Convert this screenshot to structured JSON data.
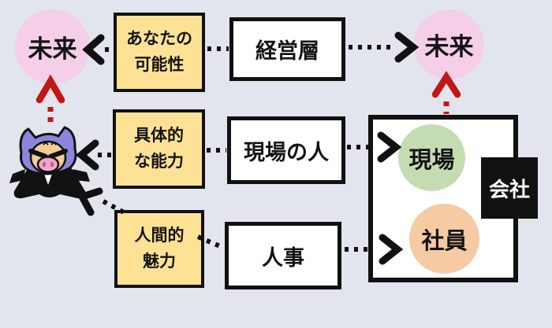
{
  "colors": {
    "background": "#e3e5ee",
    "outline": "#111111",
    "future_circle": "#f4cfe7",
    "yellow_box": "#fde296",
    "white_box": "#ffffff",
    "genba_circle": "#c5dcb2",
    "employee_circle": "#f6caa3",
    "company_box": "#111111",
    "company_text": "#ffffff",
    "red_arrow": "#c31616",
    "pig_hood": "#8d85dc",
    "pig_face": "#f2cc96",
    "pig_snout": "#f2a6cd"
  },
  "nodes": {
    "future_left": {
      "label": "未来"
    },
    "your_potential": {
      "line1": "あなたの",
      "line2": "可能性"
    },
    "management": {
      "label": "経営層"
    },
    "future_right": {
      "label": "未来"
    },
    "concrete_ability": {
      "line1": "具体的",
      "line2": "な能力"
    },
    "field_person": {
      "label": "現場の人"
    },
    "human_charm": {
      "line1": "人間的",
      "line2": "魅力"
    },
    "hr": {
      "label": "人事"
    },
    "genba": {
      "label": "現場"
    },
    "employee": {
      "label": "社員"
    },
    "company": {
      "label": "会社"
    }
  },
  "character": {
    "name": "pig-mascot-in-black-suit-with-purple-hood"
  }
}
